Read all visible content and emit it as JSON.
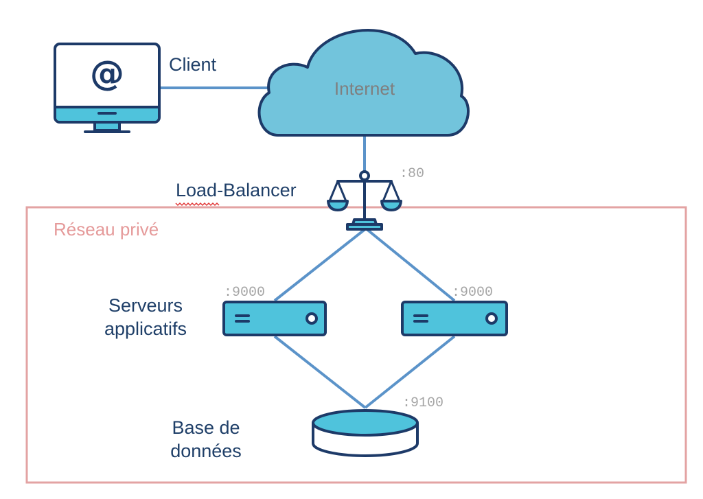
{
  "labels": {
    "client": "Client",
    "internet": "Internet",
    "load_balancer": "Load-Balancer",
    "private_network": "Réseau privé",
    "app_servers_line1": "Serveurs",
    "app_servers_line2": "applicatifs",
    "database_line1": "Base de",
    "database_line2": "données"
  },
  "ports": {
    "load_balancer": ":80",
    "server_left": ":9000",
    "server_right": ":9000",
    "database": ":9100"
  },
  "icons": {
    "client": "monitor-at-icon",
    "internet": "cloud-icon",
    "load_balancer": "balance-scale-icon",
    "server": "server-icon",
    "database": "database-disk-icon"
  },
  "colors": {
    "outline": "#1d3a68",
    "fill": "#4fc3dc",
    "cloud_fill": "#72c4dc",
    "link": "#5b93c9",
    "private_network_border": "#e3a3a3",
    "label_text": "#1f3f68",
    "port_text": "#a6a6a6"
  }
}
